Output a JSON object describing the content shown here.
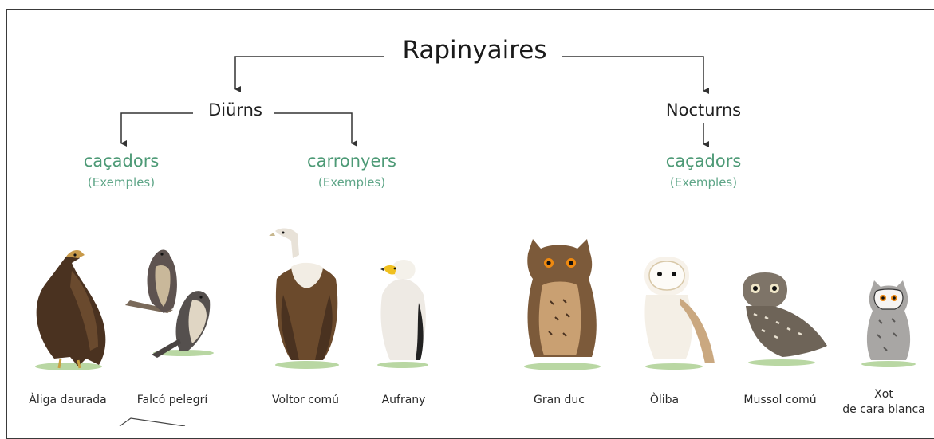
{
  "title": "Rapinyaires",
  "branches": [
    {
      "name": "Diürns",
      "groups": [
        {
          "category": "caçadors",
          "note": "(Exemples)",
          "birds": [
            "Àliga daurada",
            "Falcó pelegrí"
          ]
        },
        {
          "category": "carronyers",
          "note": "(Exemples)",
          "birds": [
            "Voltor comú",
            "Aufrany"
          ]
        }
      ]
    },
    {
      "name": "Nocturns",
      "groups": [
        {
          "category": "caçadors",
          "note": "(Exemples)",
          "birds": [
            "Gran duc",
            "Òliba",
            "Mussol comú",
            "Xot",
            "de cara blanca"
          ]
        }
      ]
    }
  ],
  "colors": {
    "line": "#333333",
    "category": "#4d9a76",
    "text": "#1f1f1f"
  },
  "bird_icons": [
    "golden-eagle-icon",
    "peregrine-falcon-icon",
    "griffon-vulture-icon",
    "egyptian-vulture-icon",
    "eagle-owl-icon",
    "barn-owl-icon",
    "little-owl-icon",
    "white-faced-owl-icon"
  ]
}
